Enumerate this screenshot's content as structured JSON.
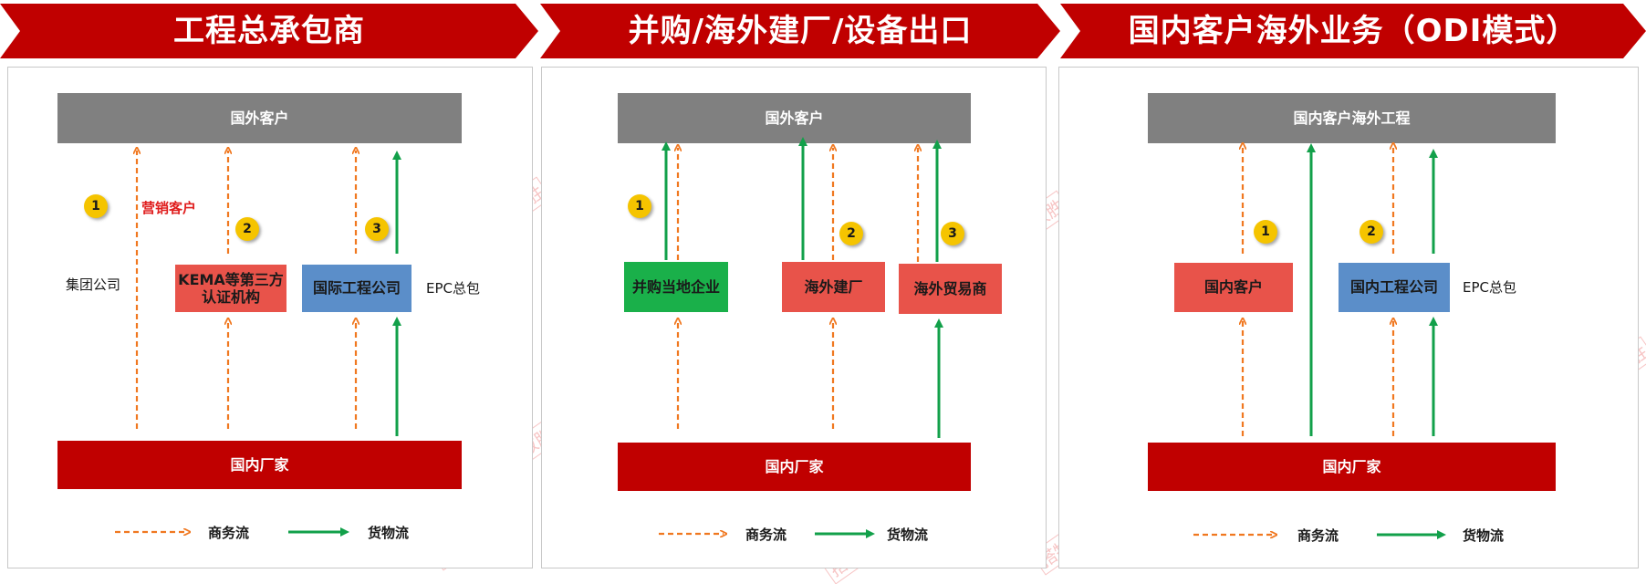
{
  "banners": [
    {
      "title": "工程总承包商"
    },
    {
      "title": "并购/海外建厂/设备出口"
    },
    {
      "title": "国内客户海外业务（ODI模式）"
    }
  ],
  "panel1": {
    "top_box": "国外客户",
    "bottom_box": "国内厂家",
    "group_company": "集团公司",
    "marketing_label": "营销客户",
    "kema_line1": "KEMA等第三方",
    "kema_line2": "认证机构",
    "intl_engineering": "国际工程公司",
    "epc_label": "EPC总包",
    "badges": [
      "1",
      "2",
      "3"
    ]
  },
  "panel2": {
    "top_box": "国外客户",
    "bottom_box": "国内厂家",
    "merge_local": "并购当地企业",
    "overseas_factory": "海外建厂",
    "overseas_trader": "海外贸易商",
    "badges": [
      "1",
      "2",
      "3"
    ]
  },
  "panel3": {
    "top_box": "国内客户海外工程",
    "bottom_box": "国内厂家",
    "domestic_client": "国内客户",
    "domestic_engineering": "国内工程公司",
    "epc_label": "EPC总包",
    "badges": [
      "1",
      "2"
    ]
  },
  "legend": {
    "business_flow": "商务流",
    "goods_flow": "货物流"
  },
  "watermark": "搭物致胜",
  "colors": {
    "banner_red": "#c00000",
    "business_arrow": "#f07820",
    "goods_arrow": "#12a04a"
  }
}
